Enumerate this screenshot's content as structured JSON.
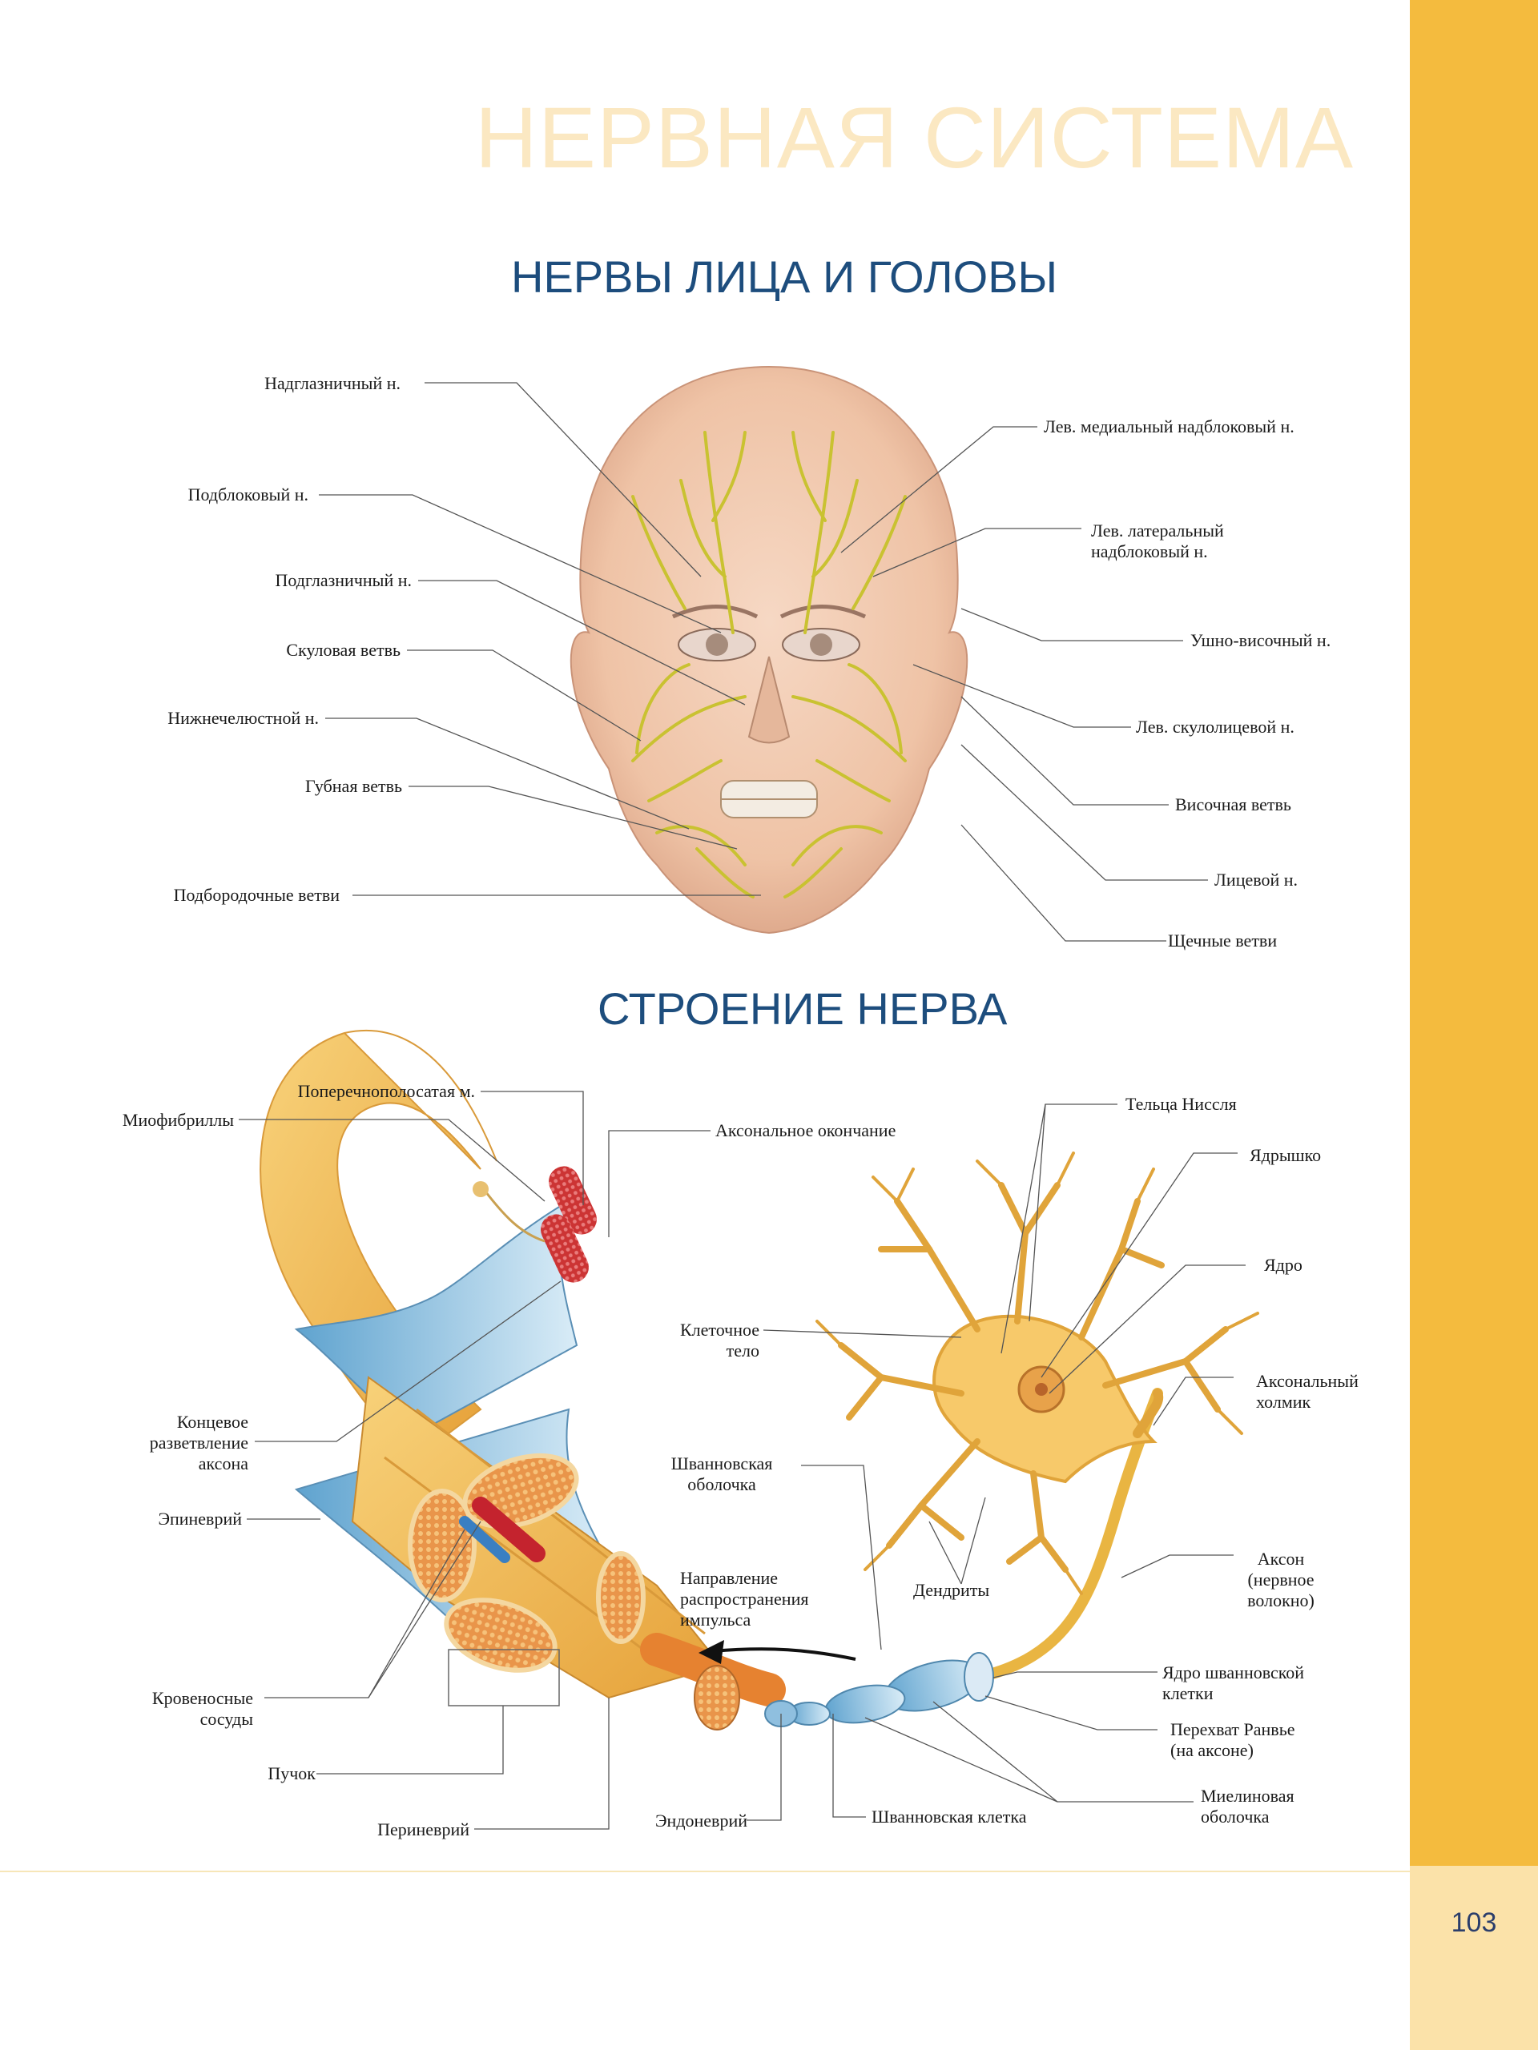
{
  "chapter_title": "НЕРВНАЯ СИСТЕМА",
  "page_number": "103",
  "face_section": {
    "title": "НЕРВЫ ЛИЦА И ГОЛОВЫ",
    "labels": {
      "supraorbital": "Надглазничный н.",
      "infratrochlear": "Подблоковый н.",
      "infraorbital": "Подглазничный н.",
      "zygomatic_branch": "Скуловая ветвь",
      "mandibular": "Нижнечелюстной н.",
      "labial_branch": "Губная ветвь",
      "mental_branches": "Подбородочные ветви",
      "medial_supratrochlear": "Лев. медиальный надблоковый н.",
      "lateral_supratrochlear_1": "Лев. латеральный",
      "lateral_supratrochlear_2": "надблоковый н.",
      "auriculotemporal": "Ушно-височный н.",
      "zygomaticofacial": "Лев. скулолицевой н.",
      "temporal_branch": "Височная ветвь",
      "facial_nerve": "Лицевой н.",
      "buccal_branches": "Щечные ветви"
    }
  },
  "nerve_section": {
    "title": "СТРОЕНИЕ НЕРВА",
    "labels": {
      "striated_muscle": "Поперечнополосатая м.",
      "myofibrils": "Миофибриллы",
      "axon_terminal": "Аксональное окончание",
      "terminal_branching_1": "Концевое",
      "terminal_branching_2": "разветвление",
      "terminal_branching_3": "аксона",
      "epineurium": "Эпиневрий",
      "blood_vessels_1": "Кровеносные",
      "blood_vessels_2": "сосуды",
      "fascicle": "Пучок",
      "perineurium": "Периневрий",
      "endoneurium": "Эндоневрий",
      "schwann_cell": "Шванновская клетка",
      "myelin_sheath_1": "Миелиновая",
      "myelin_sheath_2": "оболочка",
      "ranvier_node_1": "Перехват Ранвье",
      "ranvier_node_2": "(на аксоне)",
      "schwann_nucleus_1": "Ядро шванновской",
      "schwann_nucleus_2": "клетки",
      "axon_1": "Аксон",
      "axon_2": "(нервное",
      "axon_3": "волокно)",
      "dendrites": "Дендриты",
      "axon_hillock_1": "Аксональный",
      "axon_hillock_2": "холмик",
      "nucleus": "Ядро",
      "nucleolus": "Ядрышко",
      "nissl_bodies": "Тельца Ниссля",
      "cell_body_1": "Клеточное",
      "cell_body_2": "тело",
      "schwann_sheath_1": "Шванновская",
      "schwann_sheath_2": "оболочка",
      "impulse_1": "Направление",
      "impulse_2": "распространения",
      "impulse_3": "импульса"
    }
  },
  "colors": {
    "accent_bar": "#f4bb3e",
    "accent_bar_light": "#fbe2a9",
    "title_blue": "#1d4d7d",
    "chapter_title": "#fbe8c2",
    "nerve_yellow": "#c9c231",
    "fascicle_orange": "#e9954a",
    "muscle_red": "#cc3434",
    "myelin_blue": "#a9cfe6"
  }
}
